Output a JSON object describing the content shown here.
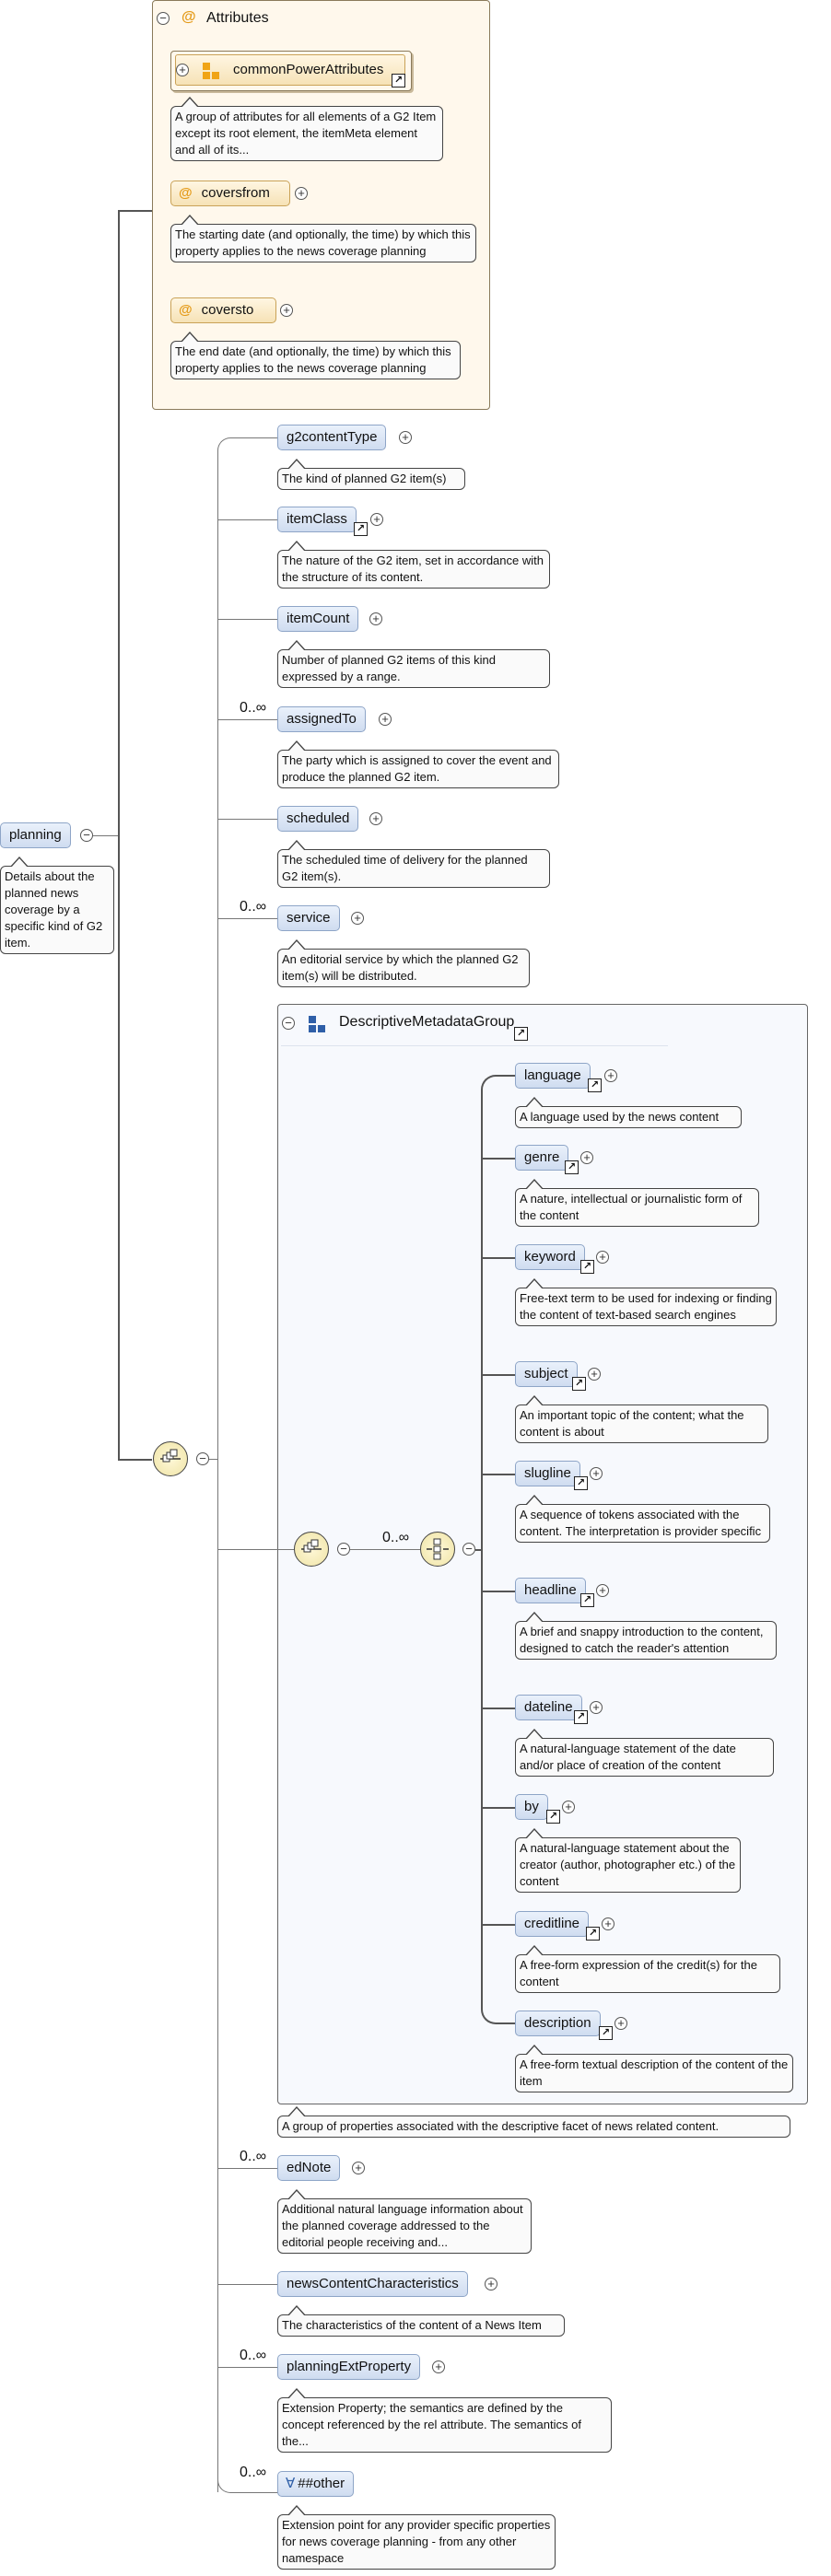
{
  "root": {
    "name": "planning",
    "doc": "Details about the planned news coverage by a specific kind of G2 item."
  },
  "attributes": {
    "title": "Attributes",
    "group": {
      "name": "commonPowerAttributes",
      "doc": "A group of attributes for all elements of a G2 Item except its root element, the itemMeta element and all of its..."
    },
    "items": [
      {
        "name": "coversfrom",
        "doc": "The starting date (and optionally, the time) by which this property applies to the news coverage planning"
      },
      {
        "name": "coversto",
        "doc": "The end date (and optionally, the time) by which this property applies to the news coverage planning"
      }
    ]
  },
  "elements_top": [
    {
      "name": "g2contentType",
      "doc": "The kind of planned G2 item(s)",
      "card": ""
    },
    {
      "name": "itemClass",
      "doc": "The nature of the G2 item, set in accordance with the structure of its content.",
      "card": ""
    },
    {
      "name": "itemCount",
      "doc": "Number of planned G2 items of this kind expressed by a range.",
      "card": ""
    },
    {
      "name": "assignedTo",
      "doc": "The party which is assigned to cover the event and produce the planned G2 item.",
      "card": "0..∞"
    },
    {
      "name": "scheduled",
      "doc": "The scheduled time of delivery for the planned G2 item(s).",
      "card": ""
    },
    {
      "name": "service",
      "doc": "An editorial service by which the planned G2 item(s) will be distributed.",
      "card": "0..∞"
    }
  ],
  "group": {
    "title": "DescriptiveMetadataGroup",
    "card": "0..∞",
    "doc": "A group of properties associated with the descriptive facet of news related content.",
    "items": [
      {
        "name": "language",
        "doc": "A language used by the news content"
      },
      {
        "name": "genre",
        "doc": "A nature, intellectual or journalistic form of the content"
      },
      {
        "name": "keyword",
        "doc": "Free-text term to be used for indexing or finding the content of text-based search engines"
      },
      {
        "name": "subject",
        "doc": "An important topic of the content; what the content is about"
      },
      {
        "name": "slugline",
        "doc": "A sequence of tokens associated with the content. The interpretation is provider specific"
      },
      {
        "name": "headline",
        "doc": "A brief and snappy introduction to the content, designed to catch the reader's attention"
      },
      {
        "name": "dateline",
        "doc": "A natural-language statement of the date and/or place of creation of the content"
      },
      {
        "name": "by",
        "doc": "A natural-language statement about the creator (author, photographer etc.) of the content"
      },
      {
        "name": "creditline",
        "doc": "A free-form expression of the credit(s) for the content"
      },
      {
        "name": "description",
        "doc": "A free-form textual description of the content of the item"
      }
    ]
  },
  "elements_bottom": [
    {
      "name": "edNote",
      "doc": "Additional natural language information about the planned coverage addressed to the editorial people receiving and...",
      "card": "0..∞"
    },
    {
      "name": "newsContentCharacteristics",
      "doc": "The characteristics of the content of a News Item",
      "card": ""
    },
    {
      "name": "planningExtProperty",
      "doc": "Extension Property; the semantics are defined by the concept referenced by the rel attribute. The semantics of the...",
      "card": "0..∞"
    },
    {
      "name": "##other",
      "doc": "Extension point for any provider specific properties for news coverage planning - from any other namespace",
      "card": "0..∞"
    }
  ]
}
